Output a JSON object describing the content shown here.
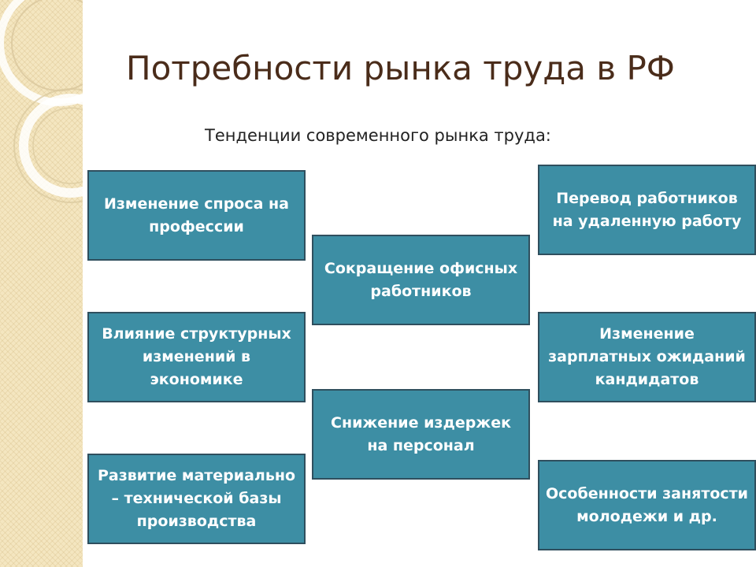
{
  "slide": {
    "title": "Потребности рынка труда в РФ",
    "subtitle": "Тенденции современного рынка труда:",
    "accent_color": "#3d8ea4",
    "border_color": "#2f4f5e",
    "title_color": "#4a2c1a",
    "side_panel_color": "#f4e6c0"
  },
  "boxes": {
    "left": [
      "Изменение спроса на профессии",
      "Влияние структурных изменений в экономике",
      "Развитие материально – технической базы производства"
    ],
    "center": [
      "Сокращение офисных работников",
      "Снижение издержек на персонал"
    ],
    "right": [
      "Перевод работников на удаленную работу",
      "Изменение зарплатных ожиданий кандидатов",
      "Особенности занятости молодежи и др."
    ]
  }
}
